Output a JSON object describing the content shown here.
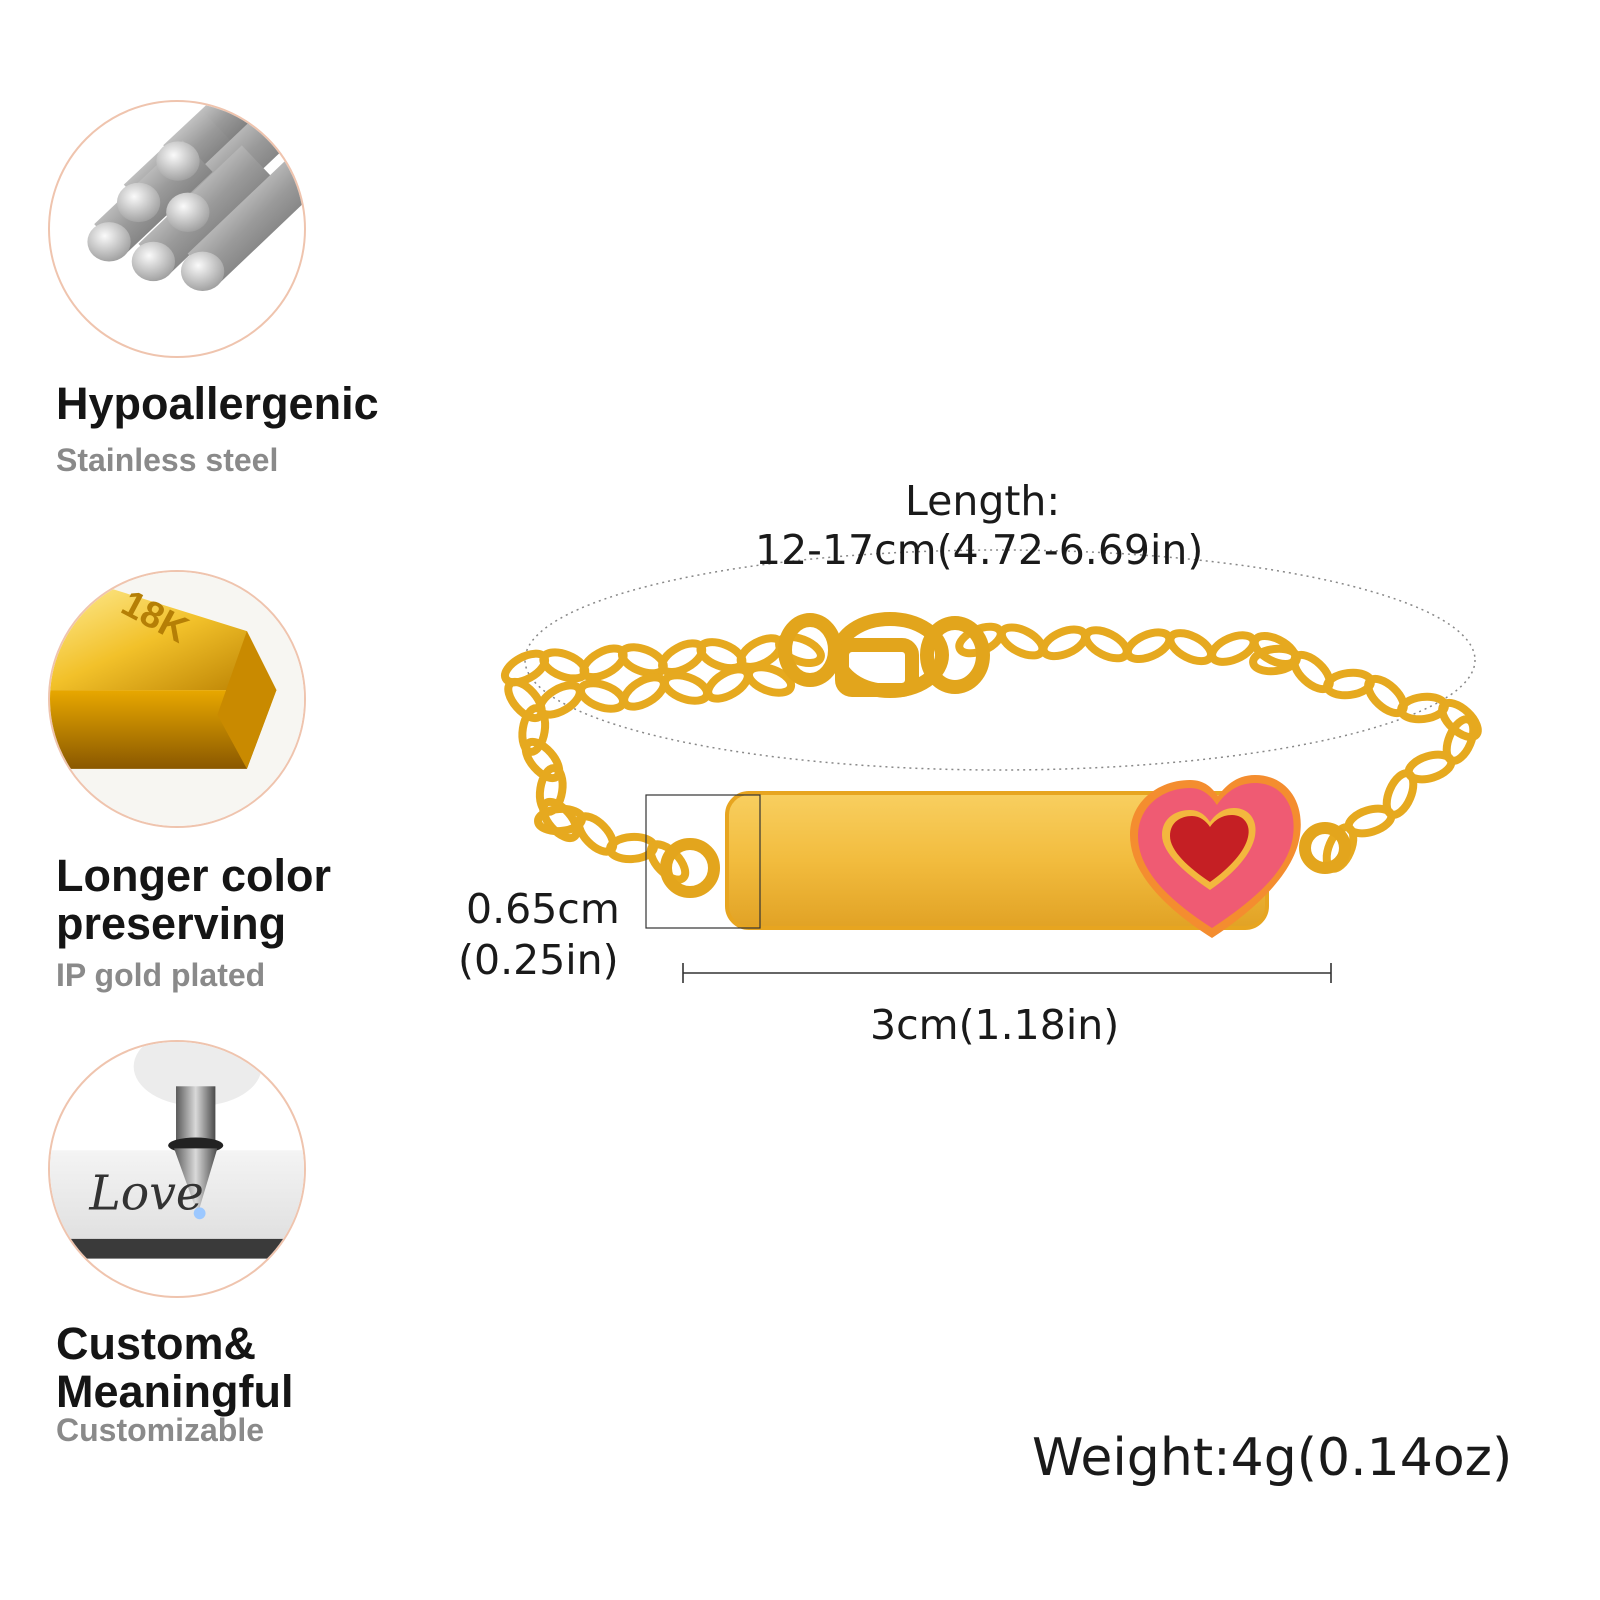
{
  "features": [
    {
      "title": "Hypoallergenic",
      "subtitle": "Stainless steel"
    },
    {
      "title": "Longer color\npreserving",
      "subtitle": "IP gold plated",
      "badge": "18K"
    },
    {
      "title": "Custom&\nMeaningful",
      "subtitle": "Customizable",
      "engraving": "Love"
    }
  ],
  "dimensions": {
    "length_label": "Length:",
    "length_value": "12-17cm(4.72-6.69in)",
    "height_cm": "0.65cm",
    "height_in": "(0.25in)",
    "width": "3cm(1.18in)",
    "weight": "Weight:4g(0.14oz)"
  },
  "colors": {
    "gold": "#e6a91f",
    "plate": "#f2c04a",
    "heart_pink": "#ef5b73",
    "heart_red": "#c51f24",
    "circle_border": "#efc4ae"
  },
  "icons": [
    "steel-rods-icon",
    "gold-bar-icon",
    "engraving-pen-icon",
    "heart-icon"
  ]
}
